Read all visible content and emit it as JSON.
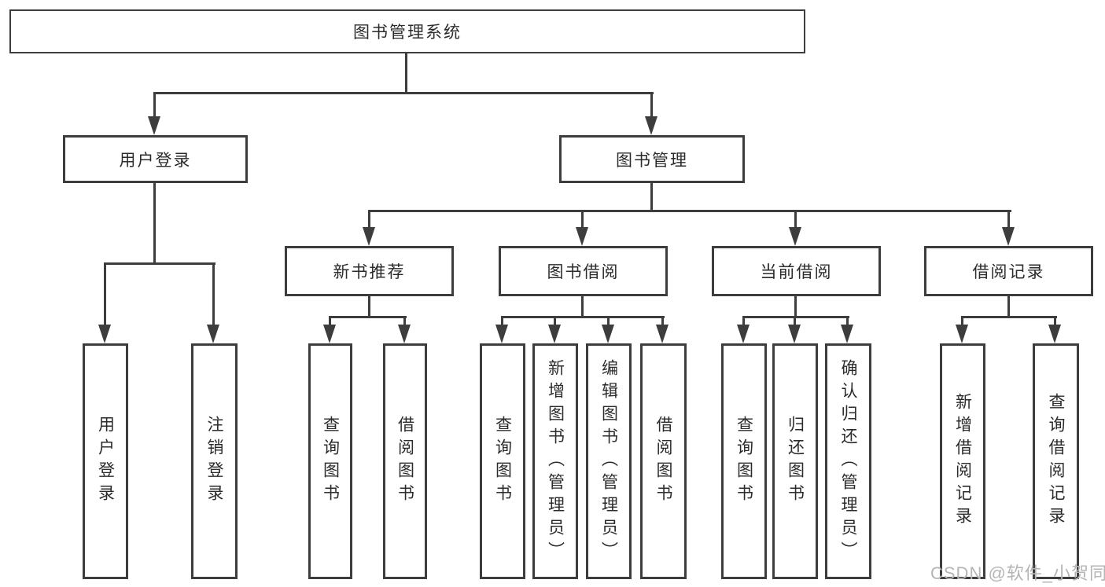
{
  "tree": {
    "root": "图书管理系统",
    "user_branch": {
      "label": "用户登录",
      "children": [
        "用户登录",
        "注销登录"
      ]
    },
    "book_branch": {
      "label": "图书管理",
      "modules": [
        {
          "label": "新书推荐",
          "children": [
            "查询图书",
            "借阅图书"
          ]
        },
        {
          "label": "图书借阅",
          "children": [
            "查询图书",
            "新增图书（管理员）",
            "编辑图书（管理员）",
            "借阅图书"
          ]
        },
        {
          "label": "当前借阅",
          "children": [
            "查询图书",
            "归还图书",
            "确认归还（管理员）"
          ]
        },
        {
          "label": "借阅记录",
          "children": [
            "新增借阅记录",
            "查询借阅记录"
          ]
        }
      ]
    }
  },
  "watermark": "CSDN @软件_小贺同学",
  "colors": {
    "line": "#3d3d3d",
    "text": "#2b2b2b",
    "watermark": "#b5b5b5",
    "background": "#ffffff"
  }
}
